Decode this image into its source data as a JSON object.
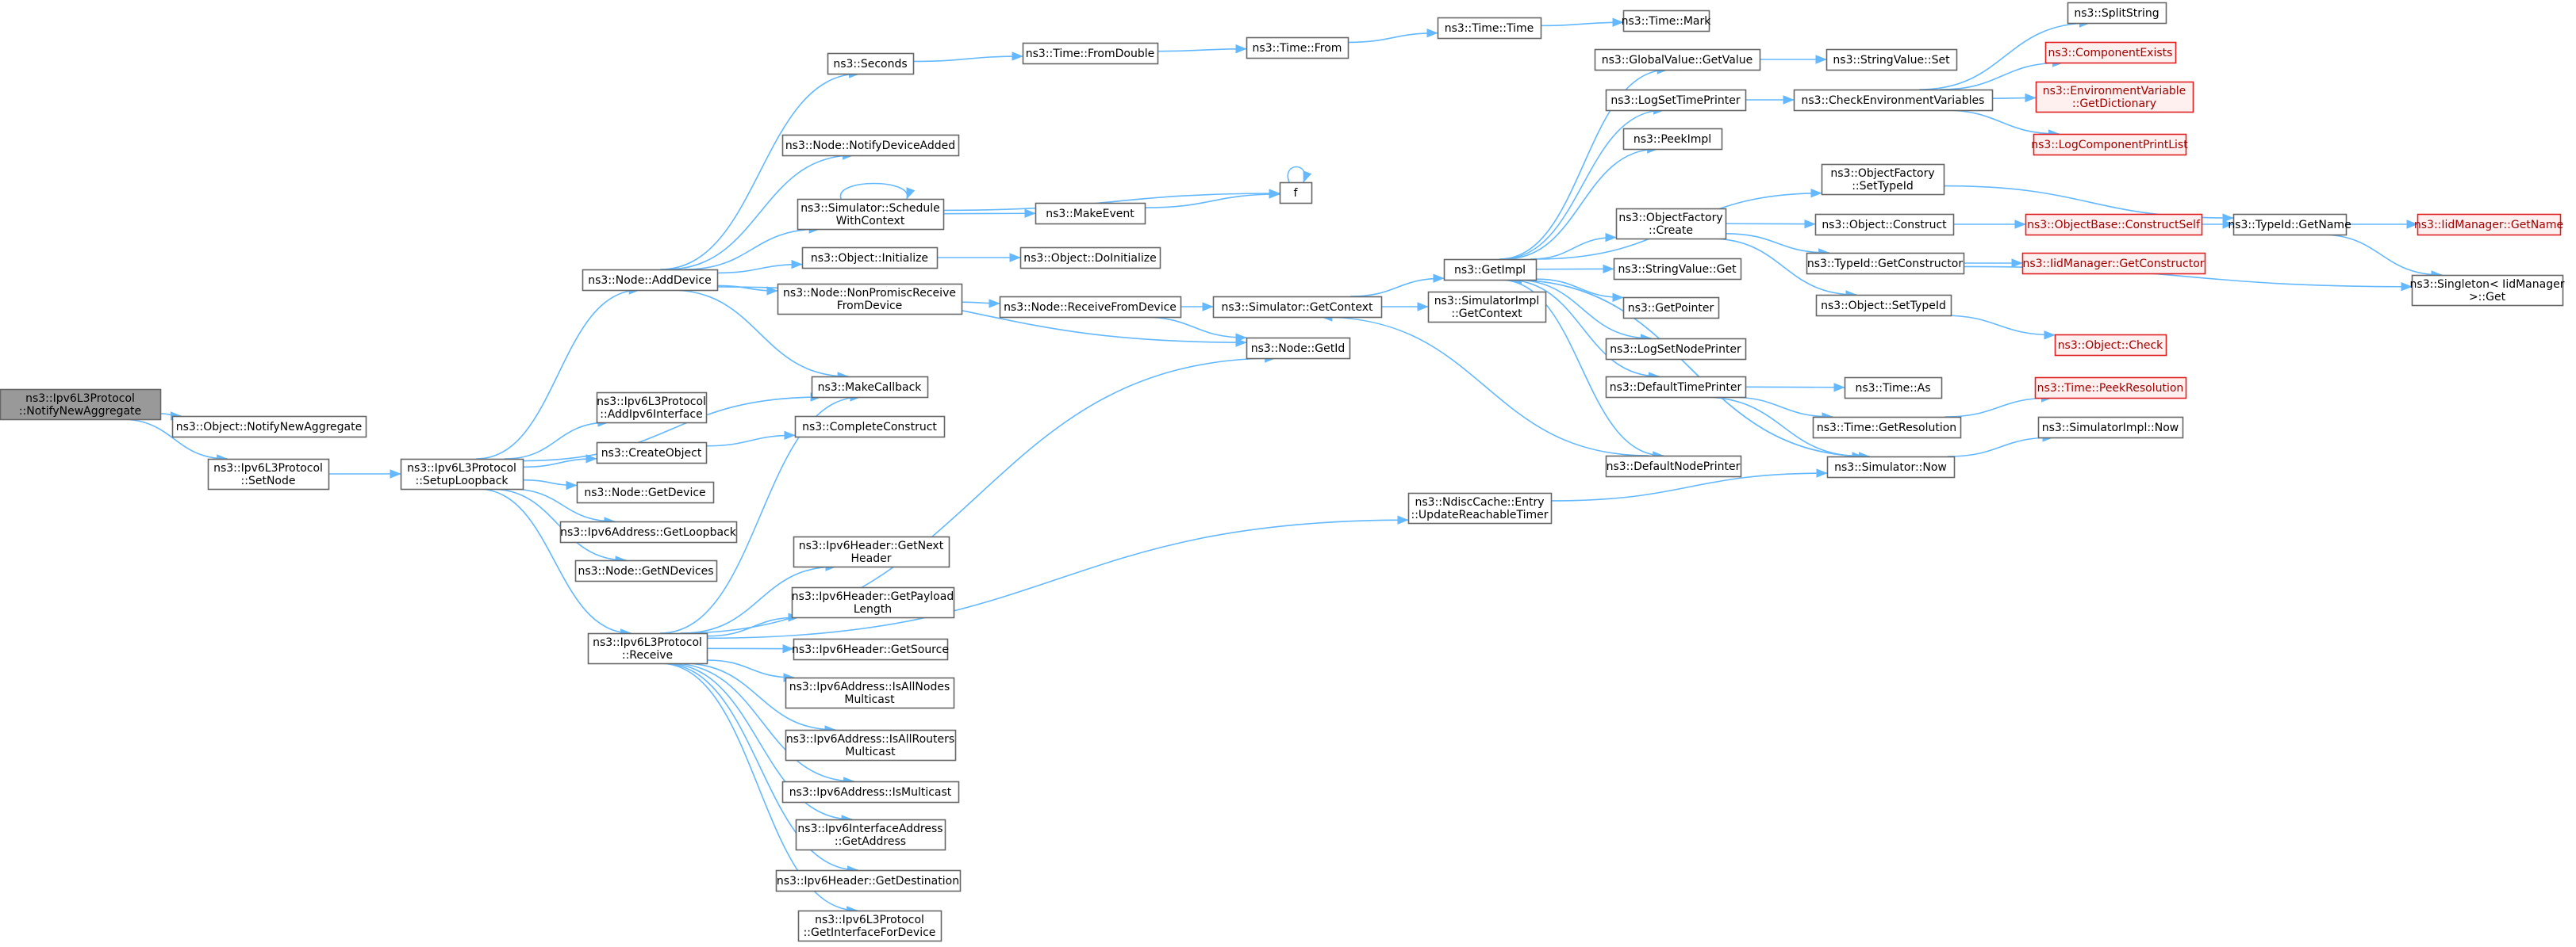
{
  "diagram": {
    "type": "call-graph",
    "colors": {
      "edge": "#63b8ff",
      "node_border": "#666666",
      "root_fill": "#999999",
      "missing_border": "#e02020",
      "missing_fill": "#fff0f0"
    },
    "nodes": [
      {
        "id": "root",
        "lines": [
          "ns3::Ipv6L3Protocol",
          "::NotifyNewAggregate"
        ],
        "style": "root"
      },
      {
        "id": "objNotify",
        "lines": [
          "ns3::Object::NotifyNewAggregate"
        ]
      },
      {
        "id": "setNode",
        "lines": [
          "ns3::Ipv6L3Protocol",
          "::SetNode"
        ]
      },
      {
        "id": "setupLoop",
        "lines": [
          "ns3::Ipv6L3Protocol",
          "::SetupLoopback"
        ]
      },
      {
        "id": "addDevice",
        "lines": [
          "ns3::Node::AddDevice"
        ]
      },
      {
        "id": "addIf",
        "lines": [
          "ns3::Ipv6L3Protocol",
          "::AddIpv6Interface"
        ]
      },
      {
        "id": "createObj",
        "lines": [
          "ns3::CreateObject"
        ]
      },
      {
        "id": "getDevice",
        "lines": [
          "ns3::Node::GetDevice"
        ]
      },
      {
        "id": "getLoopback",
        "lines": [
          "ns3::Ipv6Address::GetLoopback"
        ]
      },
      {
        "id": "getNDevices",
        "lines": [
          "ns3::Node::GetNDevices"
        ]
      },
      {
        "id": "receive",
        "lines": [
          "ns3::Ipv6L3Protocol",
          "::Receive"
        ]
      },
      {
        "id": "seconds",
        "lines": [
          "ns3::Seconds"
        ]
      },
      {
        "id": "notifyDevAdded",
        "lines": [
          "ns3::Node::NotifyDeviceAdded"
        ]
      },
      {
        "id": "schedCtx",
        "lines": [
          "ns3::Simulator::Schedule",
          "WithContext"
        ]
      },
      {
        "id": "objInit",
        "lines": [
          "ns3::Object::Initialize"
        ]
      },
      {
        "id": "nonPromisc",
        "lines": [
          "ns3::Node::NonPromiscReceive",
          "FromDevice"
        ]
      },
      {
        "id": "makeCallback",
        "lines": [
          "ns3::MakeCallback"
        ]
      },
      {
        "id": "completeConstruct",
        "lines": [
          "ns3::CompleteConstruct"
        ]
      },
      {
        "id": "getNextHeader",
        "lines": [
          "ns3::Ipv6Header::GetNext",
          "Header"
        ]
      },
      {
        "id": "getPayload",
        "lines": [
          "ns3::Ipv6Header::GetPayload",
          "Length"
        ]
      },
      {
        "id": "getSource",
        "lines": [
          "ns3::Ipv6Header::GetSource"
        ]
      },
      {
        "id": "isAllNodes",
        "lines": [
          "ns3::Ipv6Address::IsAllNodes",
          "Multicast"
        ]
      },
      {
        "id": "isAllRouters",
        "lines": [
          "ns3::Ipv6Address::IsAllRouters",
          "Multicast"
        ]
      },
      {
        "id": "isMulticast",
        "lines": [
          "ns3::Ipv6Address::IsMulticast"
        ]
      },
      {
        "id": "ifaceGetAddr",
        "lines": [
          "ns3::Ipv6InterfaceAddress",
          "::GetAddress"
        ]
      },
      {
        "id": "getDest",
        "lines": [
          "ns3::Ipv6Header::GetDestination"
        ]
      },
      {
        "id": "getIfForDev",
        "lines": [
          "ns3::Ipv6L3Protocol",
          "::GetInterfaceForDevice"
        ]
      },
      {
        "id": "fromDouble",
        "lines": [
          "ns3::Time::FromDouble"
        ]
      },
      {
        "id": "makeEvent",
        "lines": [
          "ns3::MakeEvent"
        ]
      },
      {
        "id": "doInit",
        "lines": [
          "ns3::Object::DoInitialize"
        ]
      },
      {
        "id": "recvFromDev",
        "lines": [
          "ns3::Node::ReceiveFromDevice"
        ]
      },
      {
        "id": "timeFrom",
        "lines": [
          "ns3::Time::From"
        ]
      },
      {
        "id": "f",
        "lines": [
          "f"
        ]
      },
      {
        "id": "simGetCtx",
        "lines": [
          "ns3::Simulator::GetContext"
        ]
      },
      {
        "id": "nodeGetId",
        "lines": [
          "ns3::Node::GetId"
        ]
      },
      {
        "id": "ndiscUpd",
        "lines": [
          "ns3::NdiscCache::Entry",
          "::UpdateReachableTimer"
        ]
      },
      {
        "id": "timeTime",
        "lines": [
          "ns3::Time::Time"
        ]
      },
      {
        "id": "getImpl",
        "lines": [
          "ns3::GetImpl"
        ]
      },
      {
        "id": "simImplGetCtx",
        "lines": [
          "ns3::SimulatorImpl",
          "::GetContext"
        ]
      },
      {
        "id": "timeMark",
        "lines": [
          "ns3::Time::Mark"
        ]
      },
      {
        "id": "gvGetValue",
        "lines": [
          "ns3::GlobalValue::GetValue"
        ]
      },
      {
        "id": "logSetTime",
        "lines": [
          "ns3::LogSetTimePrinter"
        ]
      },
      {
        "id": "peekImpl",
        "lines": [
          "ns3::PeekImpl"
        ]
      },
      {
        "id": "ofCreate",
        "lines": [
          "ns3::ObjectFactory",
          "::Create"
        ]
      },
      {
        "id": "svGet",
        "lines": [
          "ns3::StringValue::Get"
        ]
      },
      {
        "id": "getPointer",
        "lines": [
          "ns3::GetPointer"
        ]
      },
      {
        "id": "logSetNode",
        "lines": [
          "ns3::LogSetNodePrinter"
        ]
      },
      {
        "id": "defTime",
        "lines": [
          "ns3::DefaultTimePrinter"
        ]
      },
      {
        "id": "defNode",
        "lines": [
          "ns3::DefaultNodePrinter"
        ]
      },
      {
        "id": "svSet",
        "lines": [
          "ns3::StringValue::Set"
        ]
      },
      {
        "id": "checkEnv",
        "lines": [
          "ns3::CheckEnvironmentVariables"
        ]
      },
      {
        "id": "ofSetTypeId",
        "lines": [
          "ns3::ObjectFactory",
          "::SetTypeId"
        ]
      },
      {
        "id": "objConstruct",
        "lines": [
          "ns3::Object::Construct"
        ]
      },
      {
        "id": "tidGetCtor",
        "lines": [
          "ns3::TypeId::GetConstructor"
        ]
      },
      {
        "id": "objSetTypeId",
        "lines": [
          "ns3::Object::SetTypeId"
        ]
      },
      {
        "id": "timeAs",
        "lines": [
          "ns3::Time::As"
        ]
      },
      {
        "id": "timeGetRes",
        "lines": [
          "ns3::Time::GetResolution"
        ]
      },
      {
        "id": "simNow",
        "lines": [
          "ns3::Simulator::Now"
        ]
      },
      {
        "id": "splitString",
        "lines": [
          "ns3::SplitString"
        ]
      },
      {
        "id": "compExists",
        "lines": [
          "ns3::ComponentExists"
        ],
        "style": "red"
      },
      {
        "id": "envGetDict",
        "lines": [
          "ns3::EnvironmentVariable",
          "::GetDictionary"
        ],
        "style": "red"
      },
      {
        "id": "logCompPrint",
        "lines": [
          "ns3::LogComponentPrintList"
        ],
        "style": "red"
      },
      {
        "id": "obConstructSelf",
        "lines": [
          "ns3::ObjectBase::ConstructSelf"
        ],
        "style": "red"
      },
      {
        "id": "iidGetCtor",
        "lines": [
          "ns3::IidManager::GetConstructor"
        ],
        "style": "red"
      },
      {
        "id": "objCheck",
        "lines": [
          "ns3::Object::Check"
        ],
        "style": "red"
      },
      {
        "id": "peekRes",
        "lines": [
          "ns3::Time::PeekResolution"
        ],
        "style": "red"
      },
      {
        "id": "simImplNow",
        "lines": [
          "ns3::SimulatorImpl::Now"
        ]
      },
      {
        "id": "tidGetName",
        "lines": [
          "ns3::TypeId::GetName"
        ]
      },
      {
        "id": "iidGetName",
        "lines": [
          "ns3::IidManager::GetName"
        ],
        "style": "red"
      },
      {
        "id": "singletonGet",
        "lines": [
          "ns3::Singleton< IidManager",
          ">::Get"
        ]
      }
    ],
    "edges": [
      [
        "root",
        "objNotify"
      ],
      [
        "root",
        "setNode"
      ],
      [
        "setNode",
        "setupLoop"
      ],
      [
        "setupLoop",
        "addDevice"
      ],
      [
        "setupLoop",
        "addIf"
      ],
      [
        "setupLoop",
        "createObj"
      ],
      [
        "setupLoop",
        "getDevice"
      ],
      [
        "setupLoop",
        "getLoopback"
      ],
      [
        "setupLoop",
        "getNDevices"
      ],
      [
        "setupLoop",
        "receive"
      ],
      [
        "setupLoop",
        "makeCallback"
      ],
      [
        "addDevice",
        "seconds"
      ],
      [
        "addDevice",
        "notifyDevAdded"
      ],
      [
        "addDevice",
        "schedCtx"
      ],
      [
        "addDevice",
        "objInit"
      ],
      [
        "addDevice",
        "nonPromisc"
      ],
      [
        "addDevice",
        "makeCallback"
      ],
      [
        "addDevice",
        "nodeGetId"
      ],
      [
        "createObj",
        "completeConstruct"
      ],
      [
        "receive",
        "makeCallback"
      ],
      [
        "receive",
        "nodeGetId"
      ],
      [
        "receive",
        "ndiscUpd"
      ],
      [
        "receive",
        "getNextHeader"
      ],
      [
        "receive",
        "getPayload"
      ],
      [
        "receive",
        "getSource"
      ],
      [
        "receive",
        "isAllNodes"
      ],
      [
        "receive",
        "isAllRouters"
      ],
      [
        "receive",
        "isMulticast"
      ],
      [
        "receive",
        "ifaceGetAddr"
      ],
      [
        "receive",
        "getDest"
      ],
      [
        "receive",
        "getIfForDev"
      ],
      [
        "seconds",
        "fromDouble"
      ],
      [
        "fromDouble",
        "timeFrom"
      ],
      [
        "timeFrom",
        "timeTime"
      ],
      [
        "timeTime",
        "timeMark"
      ],
      [
        "schedCtx",
        "schedCtx"
      ],
      [
        "schedCtx",
        "makeEvent"
      ],
      [
        "schedCtx",
        "f"
      ],
      [
        "makeEvent",
        "f"
      ],
      [
        "f",
        "f"
      ],
      [
        "objInit",
        "doInit"
      ],
      [
        "nonPromisc",
        "recvFromDev"
      ],
      [
        "recvFromDev",
        "simGetCtx"
      ],
      [
        "recvFromDev",
        "nodeGetId"
      ],
      [
        "simGetCtx",
        "getImpl"
      ],
      [
        "simGetCtx",
        "simImplGetCtx"
      ],
      [
        "ndiscUpd",
        "simNow"
      ],
      [
        "getImpl",
        "gvGetValue"
      ],
      [
        "getImpl",
        "logSetTime"
      ],
      [
        "getImpl",
        "peekImpl"
      ],
      [
        "getImpl",
        "ofSetTypeId"
      ],
      [
        "getImpl",
        "ofCreate"
      ],
      [
        "getImpl",
        "svGet"
      ],
      [
        "getImpl",
        "getPointer"
      ],
      [
        "getImpl",
        "logSetNode"
      ],
      [
        "getImpl",
        "defTime"
      ],
      [
        "getImpl",
        "simNow"
      ],
      [
        "getImpl",
        "defNode"
      ],
      [
        "defNode",
        "simGetCtx"
      ],
      [
        "gvGetValue",
        "svSet"
      ],
      [
        "logSetTime",
        "checkEnv"
      ],
      [
        "checkEnv",
        "splitString"
      ],
      [
        "checkEnv",
        "compExists"
      ],
      [
        "checkEnv",
        "envGetDict"
      ],
      [
        "checkEnv",
        "logCompPrint"
      ],
      [
        "ofSetTypeId",
        "tidGetName"
      ],
      [
        "ofCreate",
        "objConstruct"
      ],
      [
        "ofCreate",
        "tidGetCtor"
      ],
      [
        "ofCreate",
        "objSetTypeId"
      ],
      [
        "objConstruct",
        "obConstructSelf"
      ],
      [
        "obConstructSelf",
        "tidGetName"
      ],
      [
        "tidGetCtor",
        "iidGetCtor"
      ],
      [
        "tidGetCtor",
        "singletonGet"
      ],
      [
        "objSetTypeId",
        "objCheck"
      ],
      [
        "tidGetName",
        "iidGetName"
      ],
      [
        "tidGetName",
        "singletonGet"
      ],
      [
        "defTime",
        "timeAs"
      ],
      [
        "defTime",
        "timeGetRes"
      ],
      [
        "defTime",
        "simNow"
      ],
      [
        "timeGetRes",
        "peekRes"
      ],
      [
        "simNow",
        "simImplNow"
      ],
      [
        "simNow",
        "getImpl"
      ]
    ]
  }
}
